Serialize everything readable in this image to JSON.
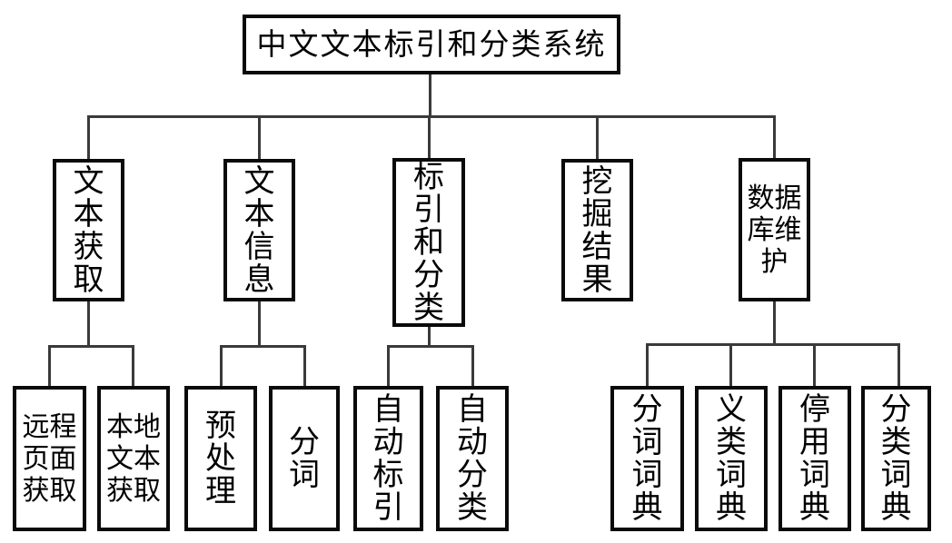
{
  "diagram": {
    "title": "中文文本标引和分类系统",
    "root": {
      "label": "中文文本标引和分类系统"
    },
    "branches": [
      {
        "label": "文本获取",
        "children": [
          {
            "label": "远程页面获取"
          },
          {
            "label": "本地文本获取"
          }
        ]
      },
      {
        "label": "文本信息",
        "children": [
          {
            "label": "预处理"
          },
          {
            "label": "分词"
          }
        ]
      },
      {
        "label": "标引和分类",
        "children": [
          {
            "label": "自动标引"
          },
          {
            "label": "自动分类"
          }
        ]
      },
      {
        "label": "挖掘结果",
        "children": []
      },
      {
        "label": "数据库维护",
        "children": [
          {
            "label": "分词词典"
          },
          {
            "label": "义类词典"
          },
          {
            "label": "停用词典"
          },
          {
            "label": "分类词典"
          }
        ]
      }
    ],
    "colors": {
      "background": "#ffffff",
      "box_border": "#0a0a0a",
      "connector": "#3a3a3a",
      "text": "#000000"
    }
  }
}
